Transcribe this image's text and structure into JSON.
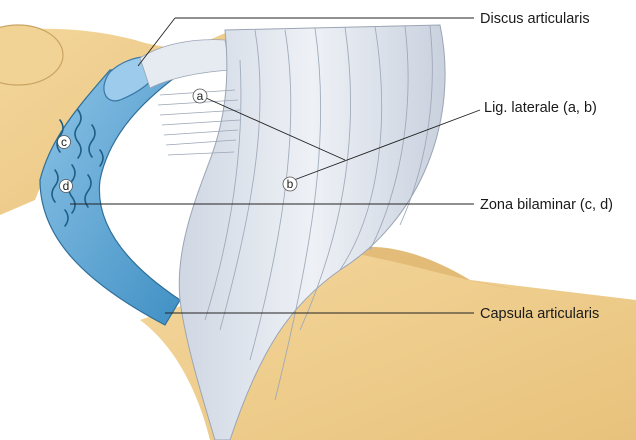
{
  "labels": {
    "discus": "Discus articularis",
    "ligament": "Lig. laterale (a, b)",
    "zona": "Zona bilaminar (c, d)",
    "capsula": "Capsula articularis"
  },
  "letters": {
    "a": "a",
    "b": "b",
    "c": "c",
    "d": "d"
  },
  "colors": {
    "bone": "#efcd8d",
    "bone_shadow": "#dcb06a",
    "ligament": "#dfe5ee",
    "ligament_fiber": "#9aa5b5",
    "disc": "#7fb8dd",
    "capsule": "#5aa5d6",
    "zona": "#4d95c0"
  }
}
